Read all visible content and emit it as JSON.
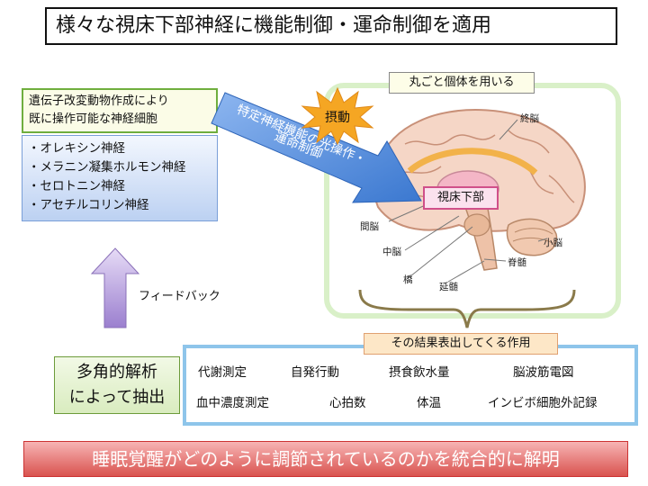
{
  "title": "様々な視床下部神経に機能制御・運命制御を適用",
  "source": {
    "line1": "遺伝子改変動物作成により",
    "line2": "既に操作可能な神経細胞"
  },
  "neurons": [
    "・オレキシン神経",
    "・メラニン凝集ホルモン神経",
    "・セロトニン神経",
    "・アセチルコリン神経"
  ],
  "arrow": {
    "line1": "特定神経機能の光操作・",
    "line2": "運命制御"
  },
  "perturbation": "摂動",
  "organism_label": "丸ごと個体を用いる",
  "hypothalamus": "視床下部",
  "brain_parts": {
    "cerebrum": "終脳",
    "diencephalon": "間脳",
    "midbrain": "中脳",
    "pons": "橋",
    "medulla": "延髄",
    "cerebellum": "小脳",
    "spinal_cord": "脊髄"
  },
  "feedback": "フィードバック",
  "multi_analysis": {
    "line1": "多角的解析",
    "line2": "によって抽出"
  },
  "effect_label": "その結果表出してくる作用",
  "measurements": [
    [
      "代謝測定",
      "自発行動",
      "摂食飲水量",
      "脳波筋電図"
    ],
    [
      "血中濃度測定",
      "心拍数",
      "体温",
      "インビボ細胞外記録"
    ]
  ],
  "conclusion": "睡眠覚醒がどのように調節されているのかを統合的に解明",
  "colors": {
    "arrow_blue": "#4a86d8",
    "burst": "#f5a623",
    "conclusion_red": "#d9534f",
    "feedback_purple": "#9b7fcf"
  }
}
